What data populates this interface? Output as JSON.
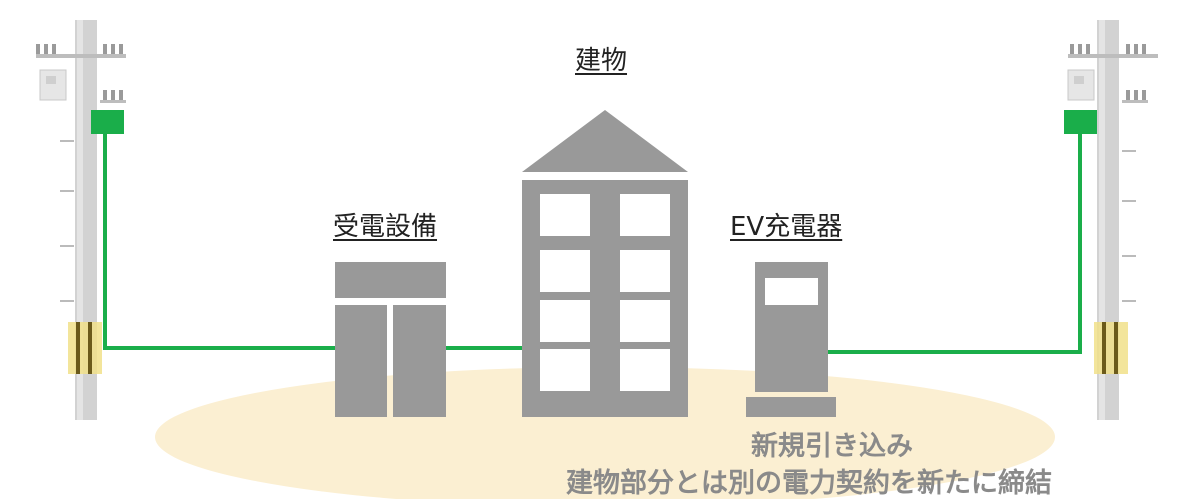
{
  "labels": {
    "building": "建物",
    "substation": "受電設備",
    "ev_charger": "EV充電器"
  },
  "caption": {
    "line1": "新規引き込み",
    "line2": "建物部分とは別の電力契約を新たに締結"
  },
  "colors": {
    "wire": "#1aae4a",
    "equipment": "#999999",
    "ground_ellipse": "#fbefd2",
    "pole": "#cfcfcf",
    "insulator_band": "#f1e08a",
    "caption_text": "#8a8a8a"
  }
}
